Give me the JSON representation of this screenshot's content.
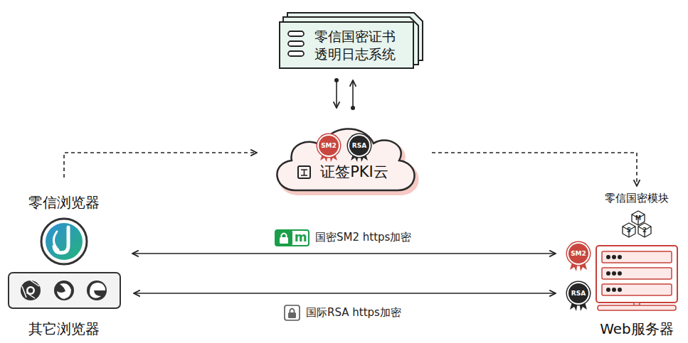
{
  "diagram": {
    "nodes": [
      {
        "text": [
          "零信国密证书 透明日志系统"
        ]
      },
      {
        "text": [
          "证签PKI云"
        ]
      },
      {
        "text": [
          "SM2"
        ],
        "in": 1
      },
      {
        "text": [
          "RSA"
        ],
        "in": 1
      },
      {
        "text": [
          "零信浏览器"
        ]
      },
      {
        "text": [
          "零信国密模块"
        ]
      },
      {
        "text": [
          "SM2"
        ]
      },
      {
        "text": [
          "RSA"
        ]
      },
      {
        "text": [
          "其它浏览器"
        ]
      },
      {
        "text": [
          "Web服务器"
        ]
      }
    ],
    "edges": [
      {
        "from": 0,
        "to": 1,
        "arrow": "to"
      },
      {
        "from": 1,
        "to": 0,
        "arrow": "to"
      },
      {
        "from": 4,
        "to": 1,
        "arrow": "to"
      },
      {
        "from": 1,
        "to": 5,
        "arrow": "to"
      },
      {
        "from": 4,
        "to": 6,
        "label": "国密SM2 https加密",
        "arrow": "both"
      },
      {
        "from": 8,
        "to": 7,
        "label": "国际RSA https加密",
        "arrow": "both"
      }
    ],
    "labels": [
      "m",
      "M",
      "S",
      "2"
    ]
  }
}
